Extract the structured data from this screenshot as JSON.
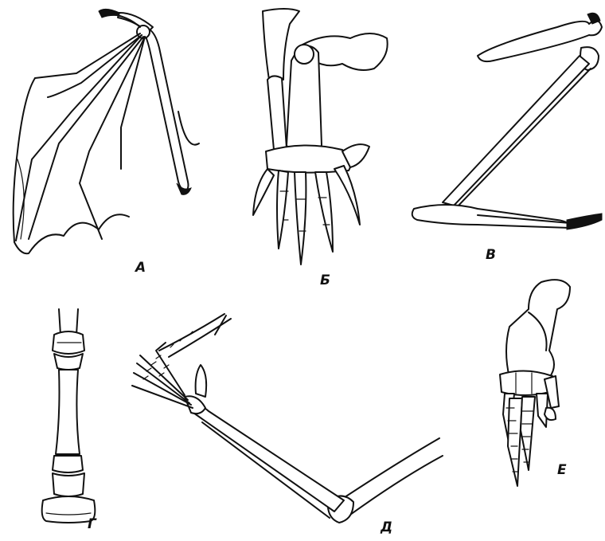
{
  "panels": [
    {
      "id": "A",
      "label": "А",
      "subject": "bat-wing-skeleton"
    },
    {
      "id": "B",
      "label": "Б",
      "subject": "mole-forelimb-skeleton"
    },
    {
      "id": "V",
      "label": "В",
      "subject": "bird-wing-skeleton"
    },
    {
      "id": "G",
      "label": "Г",
      "subject": "horse-leg-skeleton"
    },
    {
      "id": "D",
      "label": "Д",
      "subject": "human-arm-skeleton"
    },
    {
      "id": "E",
      "label": "Е",
      "subject": "seal-flipper-skeleton"
    }
  ],
  "colors": {
    "ink": "#111111",
    "paper": "#ffffff"
  }
}
